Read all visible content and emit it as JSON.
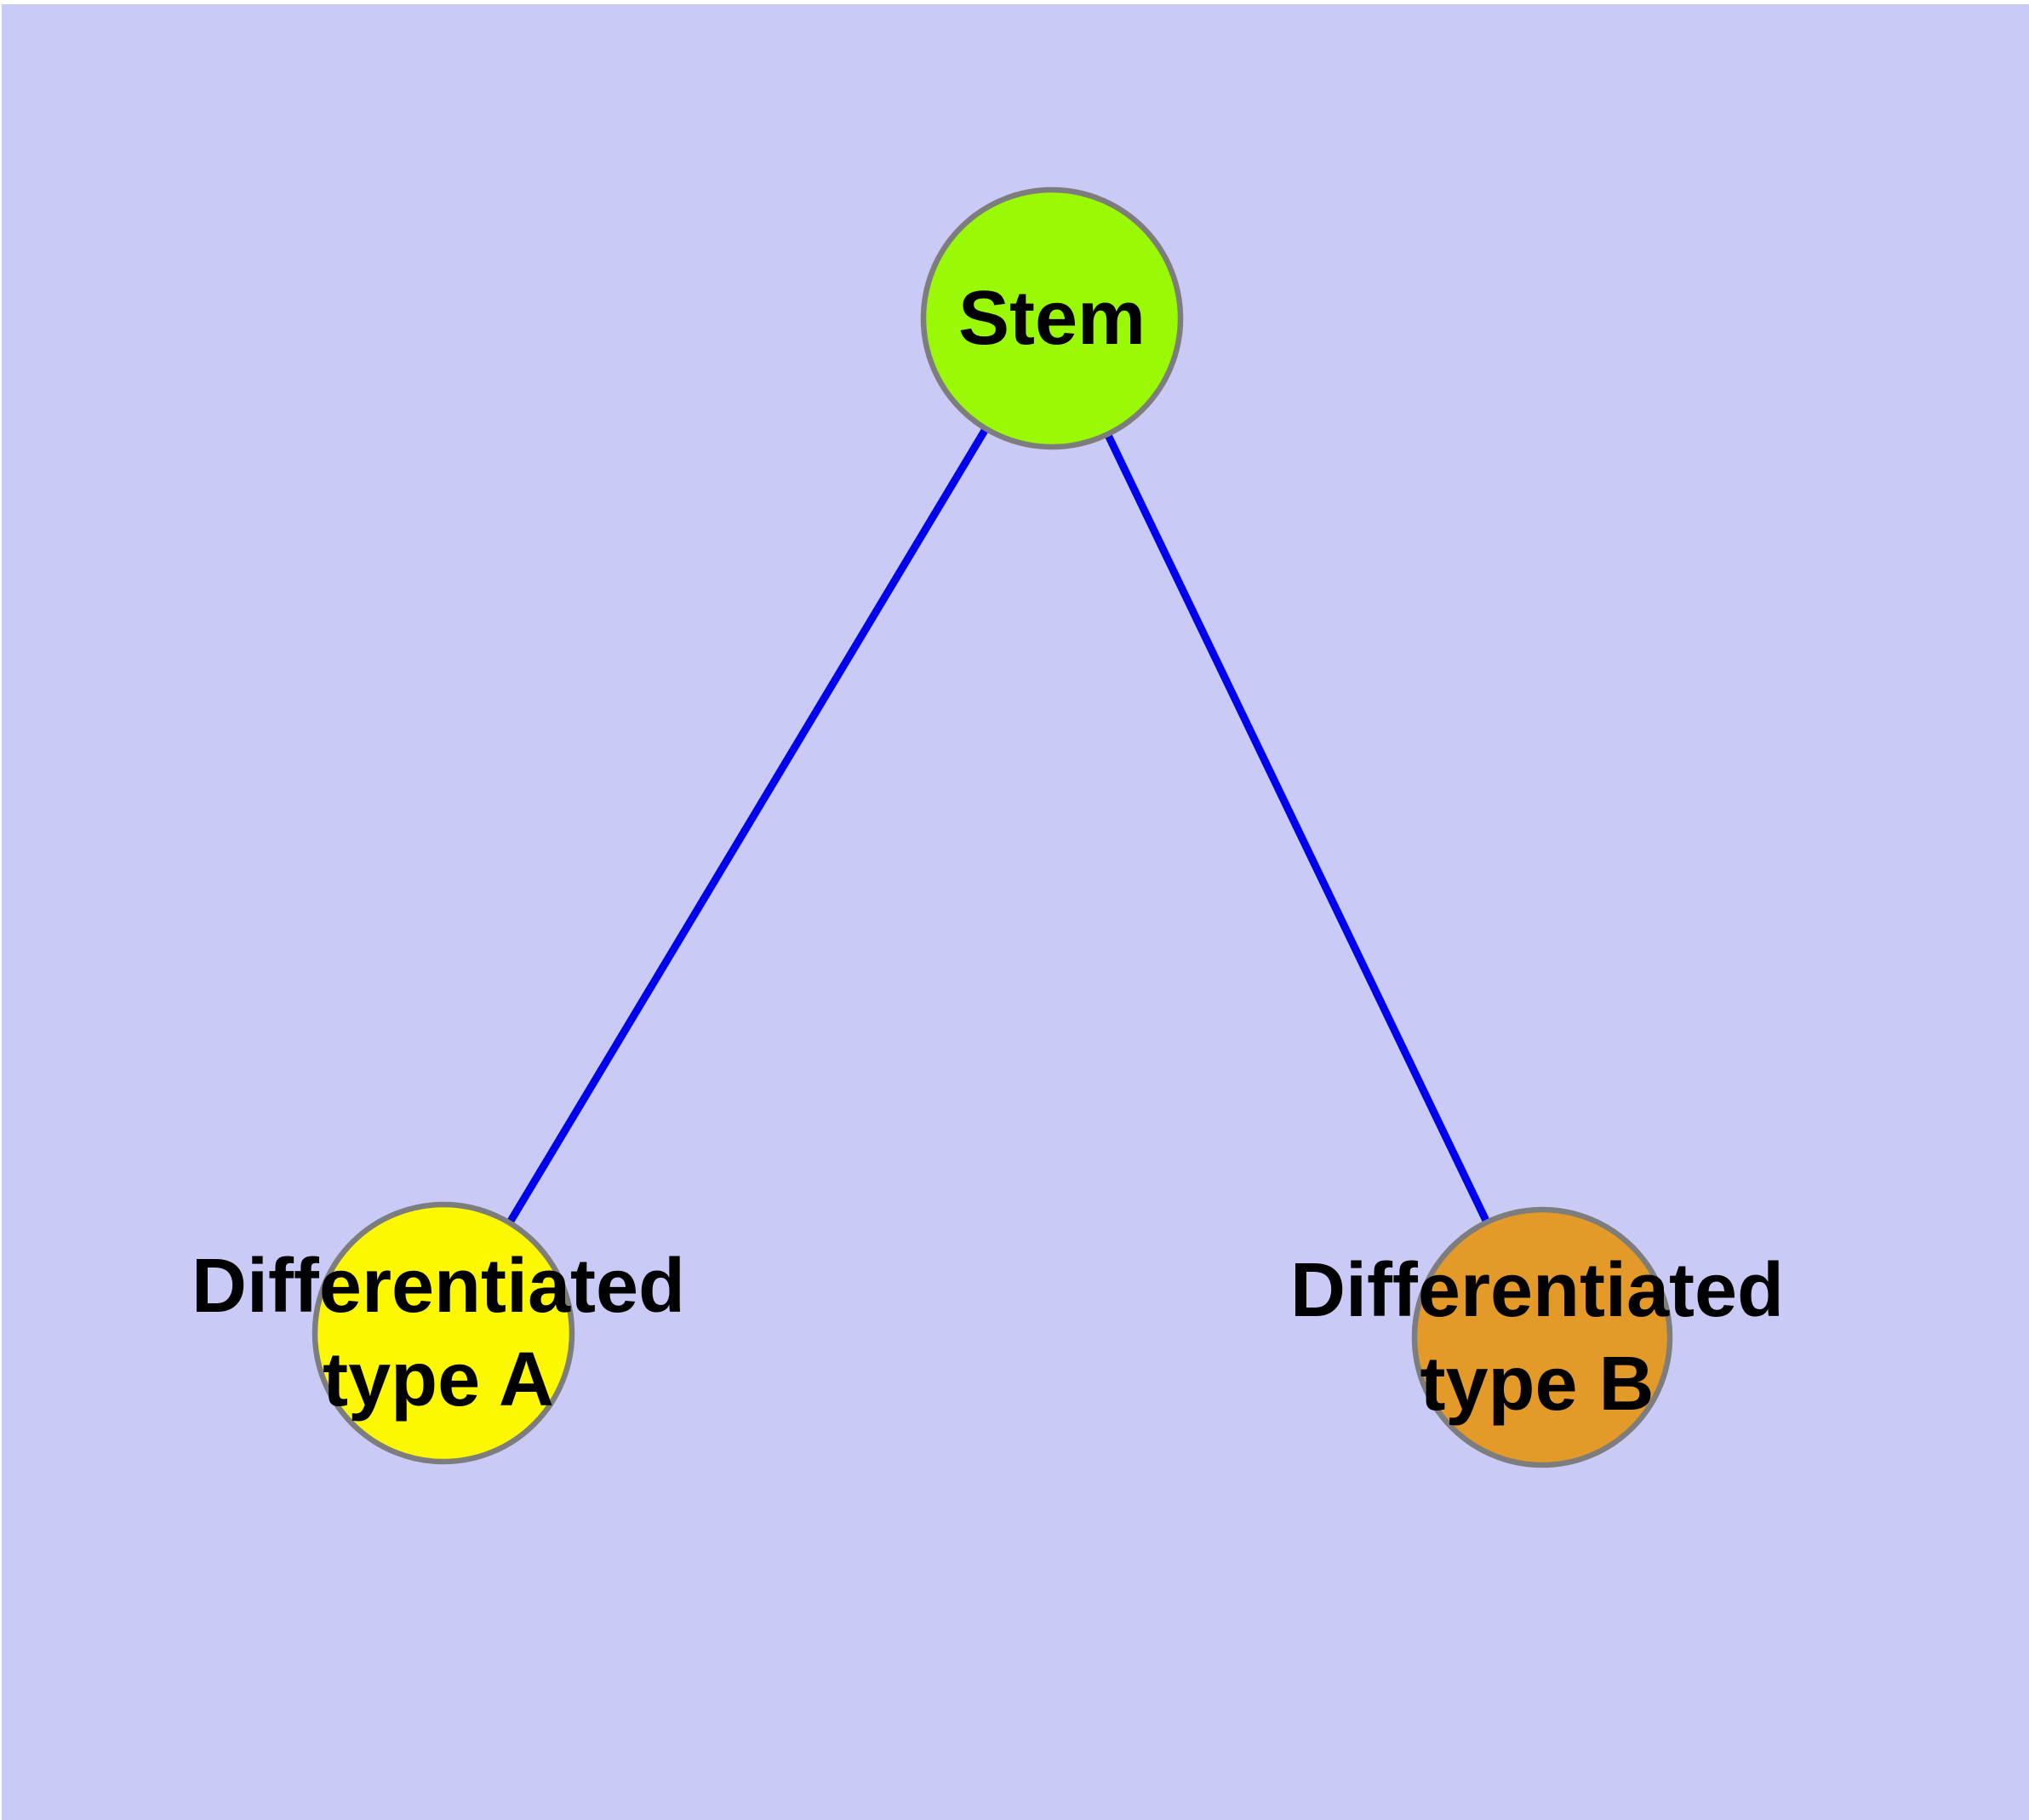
{
  "diagram": {
    "type": "graph",
    "background_color": "#cacaf6",
    "top_margin_color": "#ffffff",
    "edge_color": "#0000ee",
    "node_border_color": "#7d7d7d",
    "label_color": "#000000",
    "nodes": [
      {
        "id": "stem",
        "label": "Stem",
        "lines": [
          "Stem"
        ],
        "color": "#9afa05"
      },
      {
        "id": "differentiated-a",
        "label": "Differentiated type A",
        "lines": [
          "Differentiated",
          "type A"
        ],
        "color": "#fcf802"
      },
      {
        "id": "differentiated-b",
        "label": "Differentiated type B",
        "lines": [
          "Differentiated",
          "type B"
        ],
        "color": "#e39a28"
      }
    ],
    "edges": [
      {
        "from": "Stem",
        "to": "Differentiated type A"
      },
      {
        "from": "Stem",
        "to": "Differentiated type B"
      }
    ]
  }
}
